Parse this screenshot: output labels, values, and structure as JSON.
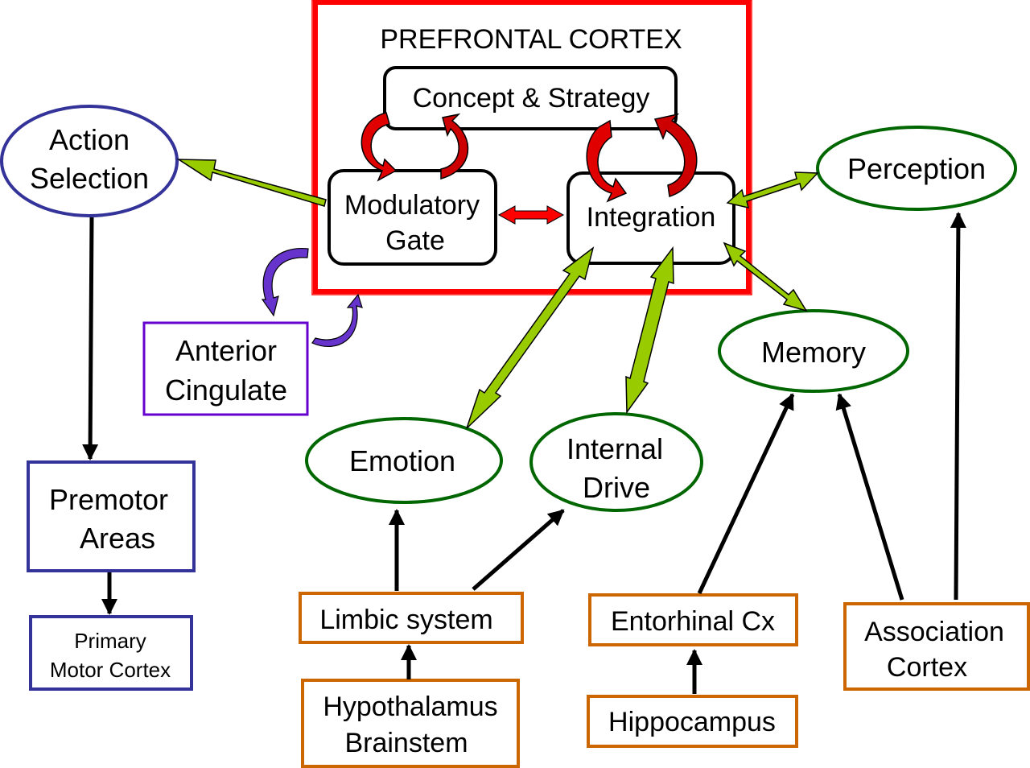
{
  "colors": {
    "prefrontal_frame": "#ff0000",
    "loop_arrow": "#e00000",
    "loop_arrow_dark": "#b30000",
    "green_arrow": "#99cc00",
    "motor_blue": "#333399",
    "cingulate_purple": "#6600cc",
    "green_ellipse": "#006600",
    "orange_box": "#cc6600",
    "black": "#000000"
  },
  "prefrontal": {
    "title": "PREFRONTAL CORTEX",
    "concept": "Concept & Strategy",
    "modulatory": [
      "Modulatory",
      "Gate"
    ],
    "integration": "Integration"
  },
  "nodes": {
    "action_selection": [
      "Action",
      "Selection"
    ],
    "perception": "Perception",
    "memory": "Memory",
    "anterior_cingulate": [
      "Anterior",
      "Cingulate"
    ],
    "emotion": "Emotion",
    "internal_drive": [
      "Internal",
      "Drive"
    ],
    "premotor": [
      "Premotor",
      "Areas"
    ],
    "primary_motor": [
      "Primary",
      "Motor Cortex"
    ],
    "limbic": "Limbic system",
    "hypothalamus": [
      "Hypothalamus",
      "Brainstem"
    ],
    "entorhinal": "Entorhinal Cx",
    "hippocampus": "Hippocampus",
    "association": [
      "Association",
      "Cortex"
    ]
  },
  "connections": [
    {
      "from": "Modulatory Gate",
      "to": "Action Selection",
      "style": "green-arrow"
    },
    {
      "from": "Modulatory Gate",
      "to": "Integration",
      "style": "red-double-arrow"
    },
    {
      "from": "Integration",
      "to": "Perception",
      "style": "green-double-arrow"
    },
    {
      "from": "Integration",
      "to": "Memory",
      "style": "green-double-arrow"
    },
    {
      "from": "Integration",
      "to": "Emotion",
      "style": "green-double-arrow"
    },
    {
      "from": "Integration",
      "to": "Internal Drive",
      "style": "green-double-arrow"
    },
    {
      "from": "Concept & Strategy",
      "to": "Modulatory Gate",
      "style": "red-loop"
    },
    {
      "from": "Concept & Strategy",
      "to": "Integration",
      "style": "red-loop"
    },
    {
      "from": "Prefrontal Cortex",
      "to": "Anterior Cingulate",
      "style": "purple-loop"
    },
    {
      "from": "Action Selection",
      "to": "Premotor Areas",
      "style": "black-arrow"
    },
    {
      "from": "Premotor Areas",
      "to": "Primary Motor Cortex",
      "style": "black-arrow"
    },
    {
      "from": "Limbic system",
      "to": "Emotion",
      "style": "black-arrow"
    },
    {
      "from": "Limbic system",
      "to": "Internal Drive",
      "style": "black-arrow"
    },
    {
      "from": "Hypothalamus Brainstem",
      "to": "Limbic system",
      "style": "black-arrow"
    },
    {
      "from": "Entorhinal Cx",
      "to": "Memory",
      "style": "black-arrow"
    },
    {
      "from": "Hippocampus",
      "to": "Entorhinal Cx",
      "style": "black-arrow"
    },
    {
      "from": "Association Cortex",
      "to": "Memory",
      "style": "black-arrow"
    },
    {
      "from": "Association Cortex",
      "to": "Perception",
      "style": "black-arrow"
    }
  ]
}
